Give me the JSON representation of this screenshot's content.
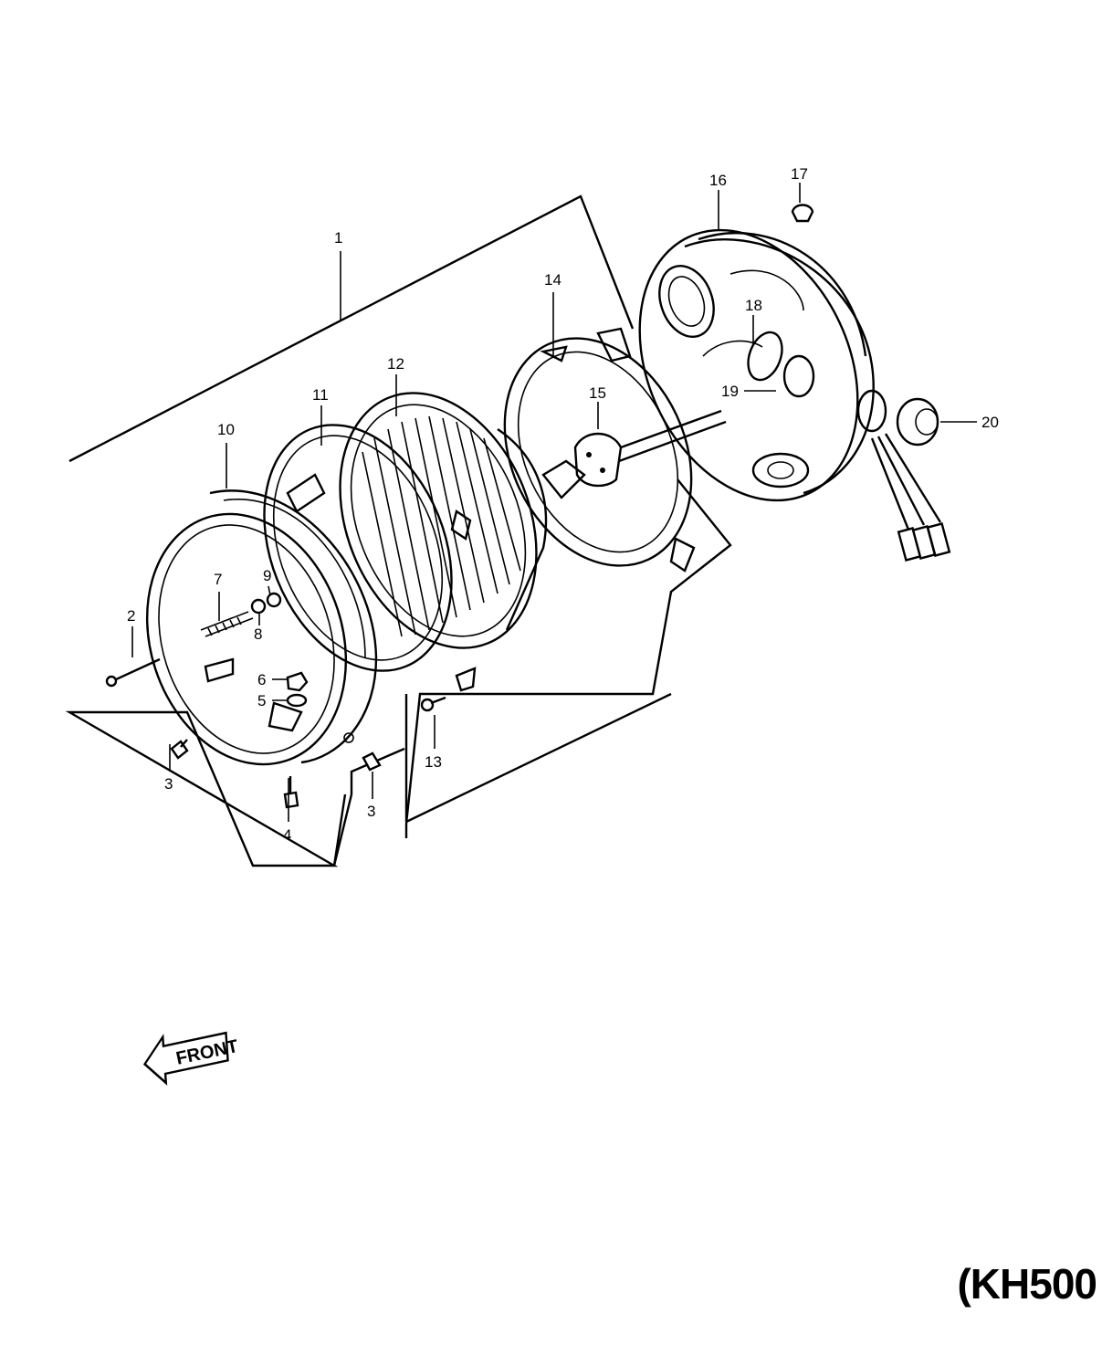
{
  "model_label": "(KH500",
  "front_arrow": {
    "label": "FRONT",
    "icon": "front-arrow-icon"
  },
  "callouts": {
    "p1": "1",
    "p2": "2",
    "p3a": "3",
    "p3b": "3",
    "p4": "4",
    "p5": "5",
    "p6": "6",
    "p7": "7",
    "p8": "8",
    "p9": "9",
    "p10": "10",
    "p11": "11",
    "p12": "12",
    "p13": "13",
    "p14": "14",
    "p15": "15",
    "p16": "16",
    "p17": "17",
    "p18": "18",
    "p19": "19",
    "p20": "20"
  }
}
